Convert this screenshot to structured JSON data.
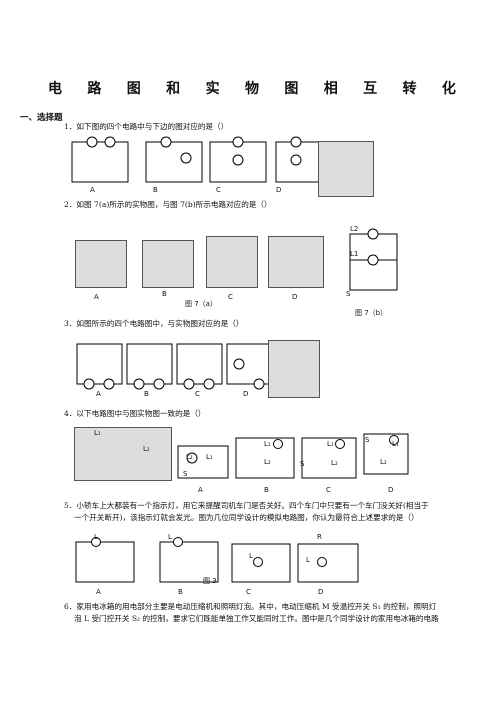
{
  "title_chars": [
    "电",
    "路",
    "图",
    "和",
    "实",
    "物",
    "图",
    "相",
    "互",
    "转",
    "化"
  ],
  "section": "一、选择题",
  "questions": {
    "q1": "1．如下图的四个电路中与下边的图对应的是（）",
    "q2": "2．如图 7(a)所示的实物图，与图 7(b)所示电路对应的是（）",
    "q3": "3．如图所示的四个电路图中，与实物图对应的是（）",
    "q4": "4．以下电路图中与图实物图一致的是（）",
    "q5_line1": "5．小轿车上大都装有一个指示灯，用它来提醒司机车门是否关好。四个车门中只要有一个车门没关好(相当于",
    "q5_line2": "一个开关断开)，该指示灯就会发光。图为几位同学设计的模拟电路图，你认为最符合上述要求的是（）",
    "q6_line1": "6．家用电冰箱的用电部分主要是电动压缩机和照明灯泡。其中，电动压缩机 M 受温控开关 S₁ 的控制，照明灯",
    "q6_line2": "泡 L 受门控开关 S₂ 的控制，要求它们既能单独工作又能同时工作。图中是几个同学设计的家用电冰箱的电路"
  },
  "labels": {
    "abcd": [
      "A",
      "B",
      "C",
      "D"
    ],
    "fig7a": "图 7（a）",
    "fig7b": "图 7（b）",
    "l1": "L1",
    "l2": "L2",
    "s": "S",
    "l": "L",
    "r": "R",
    "fig3": "图 3",
    "l1b": "L₁",
    "l2b": "L₂"
  }
}
